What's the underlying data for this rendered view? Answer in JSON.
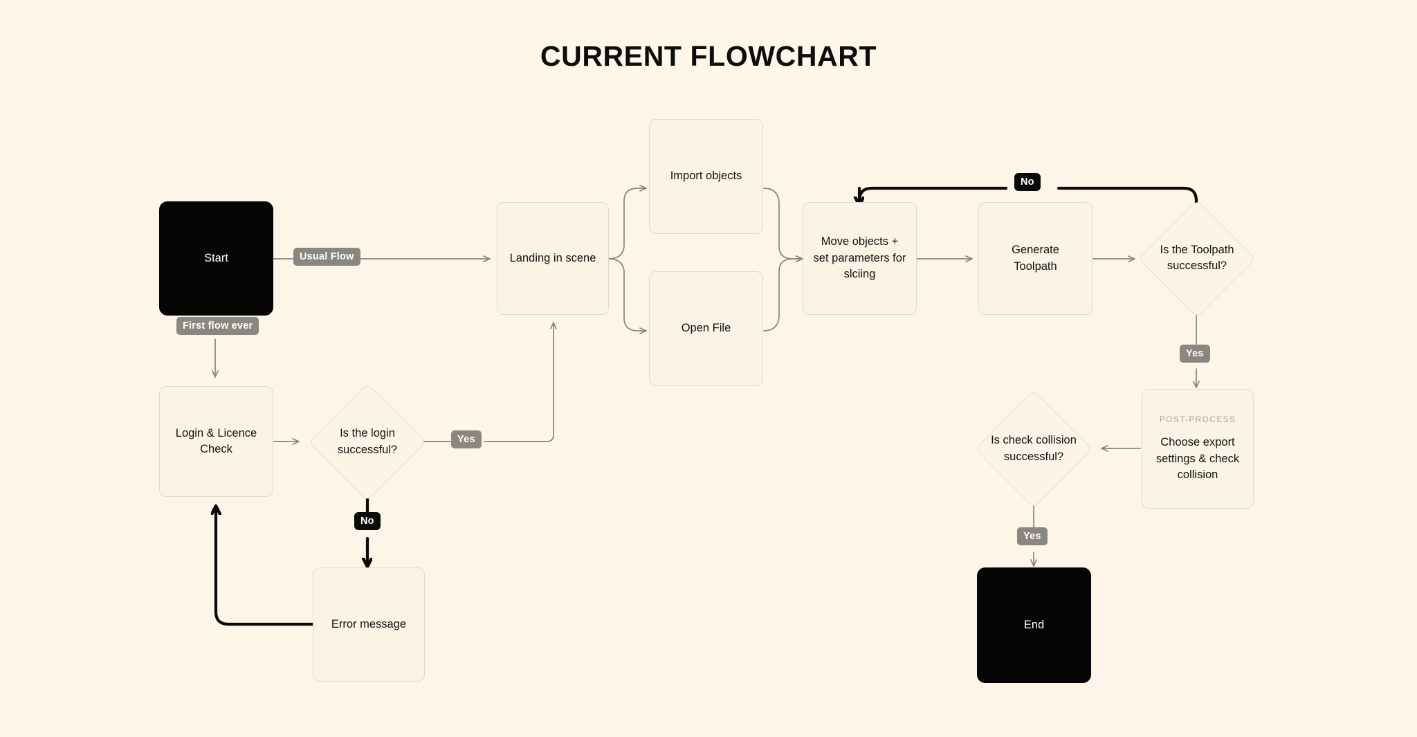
{
  "page": {
    "title": "CURRENT FLOWCHART",
    "background_color": "#fdf6e9",
    "panel_color": "#fcf5e8"
  },
  "colors": {
    "terminal_fill": "#050505",
    "terminal_text": "#ffffff",
    "process_fill": "#faf3e6",
    "process_border": "#e3dace",
    "decision_fill": "#fcf4e7",
    "decision_border": "#e6ded2",
    "label_gray": "#8a8680",
    "label_black": "#0a0a0a",
    "edge_gray": "#8a857d",
    "edge_black": "#0a0a0a",
    "caption_text": "#a8a29a"
  },
  "nodes": {
    "start": {
      "label": "Start",
      "type": "terminal"
    },
    "login_check": {
      "label": "Login & Licence Check",
      "type": "process"
    },
    "login_decision": {
      "label": "Is the login successful?",
      "type": "decision"
    },
    "error_message": {
      "label": "Error message",
      "type": "process"
    },
    "landing": {
      "label": "Landing in scene",
      "type": "process"
    },
    "import_objects": {
      "label": "Import objects",
      "type": "process"
    },
    "open_file": {
      "label": "Open File",
      "type": "process"
    },
    "move_objects": {
      "label": "Move objects + set parameters for slciing",
      "type": "process"
    },
    "generate_toolpath": {
      "label": "Generate Toolpath",
      "type": "process"
    },
    "toolpath_decision": {
      "label": "Is the Toolpath successful?",
      "type": "decision"
    },
    "post_process": {
      "caption": "POST-PROCESS",
      "label": "Choose export settings & check collision",
      "type": "process"
    },
    "collision_decision": {
      "label": "Is check collision successful?",
      "type": "decision"
    },
    "end": {
      "label": "End",
      "type": "terminal"
    }
  },
  "edge_labels": {
    "usual_flow": {
      "text": "Usual Flow",
      "style": "gray"
    },
    "first_flow_ever": {
      "text": "First flow ever",
      "style": "gray"
    },
    "login_yes": {
      "text": "Yes",
      "style": "gray"
    },
    "login_no": {
      "text": "No",
      "style": "black"
    },
    "toolpath_no": {
      "text": "No",
      "style": "black"
    },
    "toolpath_yes": {
      "text": "Yes",
      "style": "gray"
    },
    "collision_yes": {
      "text": "Yes",
      "style": "gray"
    }
  }
}
